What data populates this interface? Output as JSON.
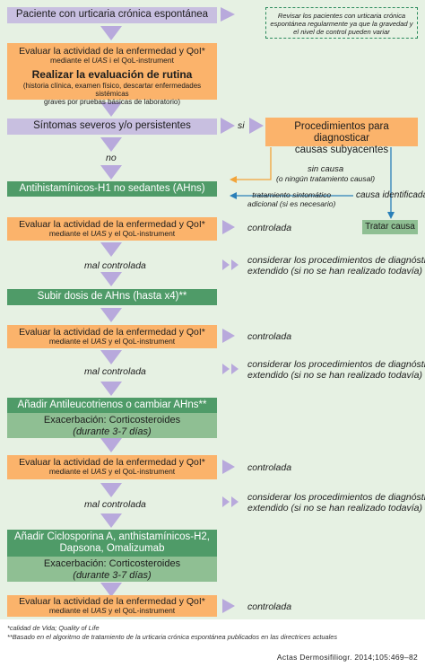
{
  "colors": {
    "purple": "#c8bfe0",
    "orange": "#fbb36b",
    "green": "#4f9b68",
    "green_light": "#8fbf93",
    "panel": "#e6f1e3",
    "arrow_purple": "#b8a9dc",
    "arrow_orange": "#f2a43a",
    "arrow_blue": "#2a7fb8"
  },
  "note": "Revisar los pacientes con urticaria crónica espontánea regularmente ya que la gravedad y el nivel de control pueden variar",
  "start": "Paciente con urticaria crónica espontánea",
  "eval1": {
    "line1": "Evaluar la actividad de la enfermedad y QoI*",
    "line2_pre": "mediante el ",
    "line2_uas": "UAS",
    "line2_post": " i el QoL-instrument",
    "title": "Realizar la evaluación de rutina",
    "detail1": "(historia clínica, examen físico, descartar enfermedades sistémicas",
    "detail2": "graves por pruebas básicas de laboratorio)"
  },
  "symptoms": "Síntomas severos y/o persistentes",
  "si": "si",
  "no": "no",
  "procedures": {
    "line1": "Procedimientos para diagnosticar",
    "line2": "causas subyacentes"
  },
  "sin_causa": {
    "line1": "sin causa",
    "line2": "(o ningún tratamiento causal)"
  },
  "tratamiento": {
    "line1": "tratamiento sintomático",
    "line2": "adicional (si es necesario)"
  },
  "causa_identificada": "causa identificada",
  "tratar_causa": "Tratar causa",
  "antihistaminicos": "Antihistamínicos-H1 no sedantes (AHns)",
  "eval_line1": "Evaluar la actividad de la enfermedad y QoI*",
  "eval_line2_pre": "mediante el ",
  "eval_line2_uas": "UAS",
  "eval_line2a_post": " y el QoL-instrument",
  "eval_line2b_post": " y el QoL-instrument",
  "controlada": "controlada",
  "mal_controlada": "mal controlada",
  "considerar": {
    "line1": "considerar los procedimientos de diagnóstico",
    "line2": "extendido (si no se han realizado todavía)"
  },
  "subir_dosis": "Subir dosis de AHns (hasta x4)**",
  "anadir1": "Añadir Antileucotrienos o cambiar AHns**",
  "exacerbacion": "Exacerbación: Corticosteroides",
  "durante": "(durante 3-7 días)",
  "anadir2": {
    "line1": "Añadir Ciclosporina A, anthistamínicos-H2,",
    "line2": "Dapsona, Omalizumab"
  },
  "footnote1": "*calidad de Vida; Quality of Life",
  "footnote2": "**Basado en el algoritmo de tratamiento de la urticaria crónica espontánea publicados en las directrices actuales",
  "journal": "Actas Dermosifiliogr. 2014;105:469–82"
}
